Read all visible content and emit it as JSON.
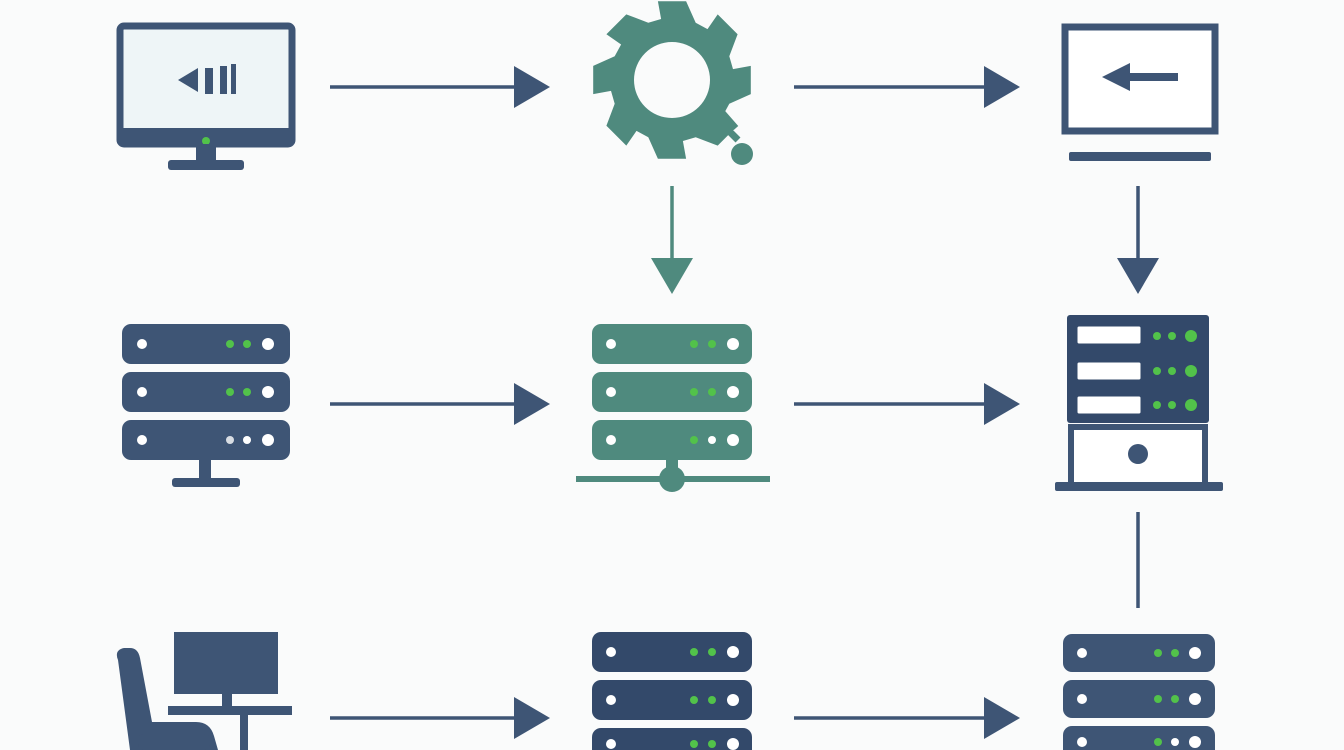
{
  "colors": {
    "background": "#fafbfb",
    "navy": "#3e5575",
    "navy_dark": "#33496a",
    "teal": "#4f8a7e",
    "light": "#eef5f7",
    "led_green": "#52c24a",
    "led_white": "#ffffff"
  },
  "nodes": [
    {
      "id": "monitor-source",
      "icon": "monitor-icon",
      "color": "navy"
    },
    {
      "id": "gear-processor",
      "icon": "gear-icon",
      "color": "teal"
    },
    {
      "id": "laptop-target",
      "icon": "laptop-icon",
      "color": "navy"
    },
    {
      "id": "server-stack-left",
      "icon": "server-icon",
      "color": "navy"
    },
    {
      "id": "server-stack-center",
      "icon": "network-server-icon",
      "color": "teal"
    },
    {
      "id": "server-tower-right",
      "icon": "server-tower-icon",
      "color": "navy"
    },
    {
      "id": "workstation",
      "icon": "workstation-icon",
      "color": "navy"
    },
    {
      "id": "server-stack-bottom-center",
      "icon": "server-icon",
      "color": "navy"
    },
    {
      "id": "server-stack-bottom-right",
      "icon": "server-icon",
      "color": "navy"
    }
  ],
  "edges": [
    {
      "from": "monitor-source",
      "to": "gear-processor",
      "arrow": true
    },
    {
      "from": "gear-processor",
      "to": "laptop-target",
      "arrow": true
    },
    {
      "from": "gear-processor",
      "to": "server-stack-center",
      "arrow": true
    },
    {
      "from": "laptop-target",
      "to": "server-tower-right",
      "arrow": true
    },
    {
      "from": "server-stack-left",
      "to": "server-stack-center",
      "arrow": true
    },
    {
      "from": "server-stack-center",
      "to": "server-tower-right",
      "arrow": true
    },
    {
      "from": "server-tower-right",
      "to": "server-stack-bottom-right",
      "arrow": false
    },
    {
      "from": "workstation",
      "to": "server-stack-bottom-center",
      "arrow": true
    },
    {
      "from": "server-stack-bottom-center",
      "to": "server-stack-bottom-right",
      "arrow": true
    }
  ]
}
